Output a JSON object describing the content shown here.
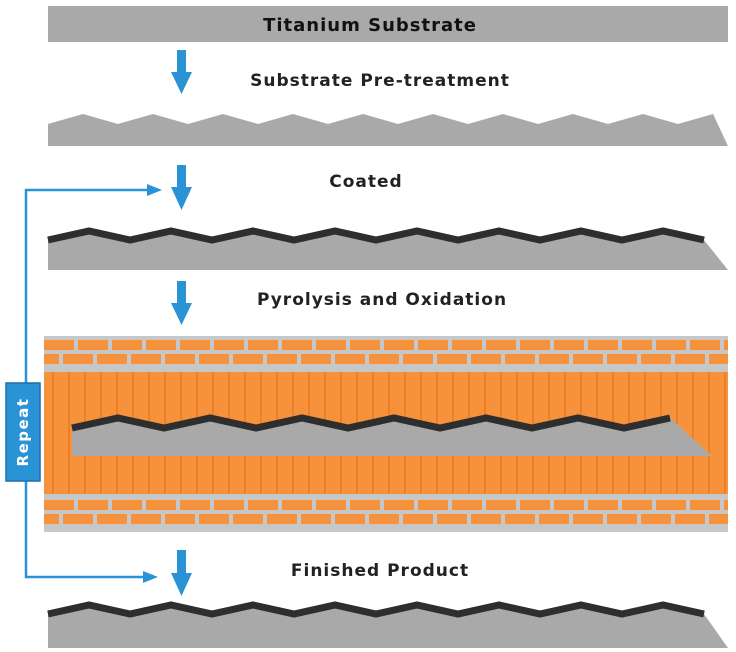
{
  "steps": {
    "substrate": "Titanium Substrate",
    "pretreatment": "Substrate Pre-treatment",
    "coated": "Coated",
    "pyrolysis": "Pyrolysis and Oxidation",
    "finished": "Finished Product"
  },
  "repeat_label": "Repeat",
  "colors": {
    "substrate": "#a9a9a9",
    "coating": "#2e2e2e",
    "arrow": "#2a93d5",
    "furnace": "#f7923c",
    "furnace_stripe": "#ee7f24",
    "brick_mortar": "#c7c7c7"
  }
}
